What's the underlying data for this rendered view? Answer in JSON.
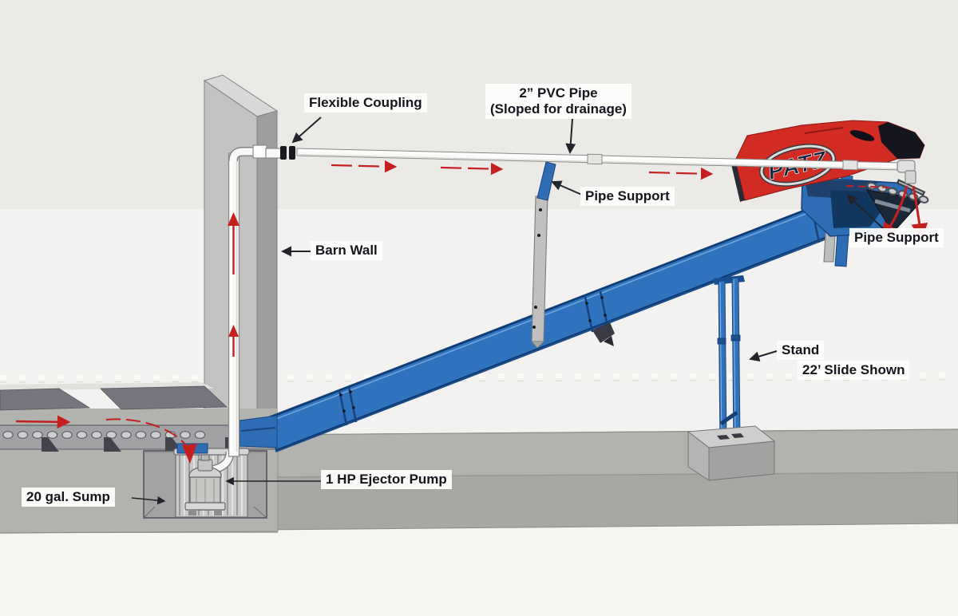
{
  "diagram": {
    "labels": {
      "flexible_coupling": "Flexible Coupling",
      "pvc_pipe_line1": "2” PVC Pipe",
      "pvc_pipe_line2": "(Sloped for drainage)",
      "pipe_support_upper": "Pipe Support",
      "barn_wall": "Barn Wall",
      "pipe_support_discharge": "Pipe Support",
      "stand": "Stand",
      "slide_size": "22’ Slide Shown",
      "pump": "1 HP Ejector Pump",
      "sump": "20 gal. Sump"
    },
    "brand": {
      "logo_text": "PATZ"
    },
    "colors": {
      "slide_blue": "#2F72BE",
      "hood_red": "#D22B24",
      "flow_arrow_red": "#C42020",
      "ground_gray": "#ACACA8",
      "wall_gray": "#C3C3C1",
      "label_text": "#15151D",
      "label_background": "#FDFDFC"
    }
  }
}
